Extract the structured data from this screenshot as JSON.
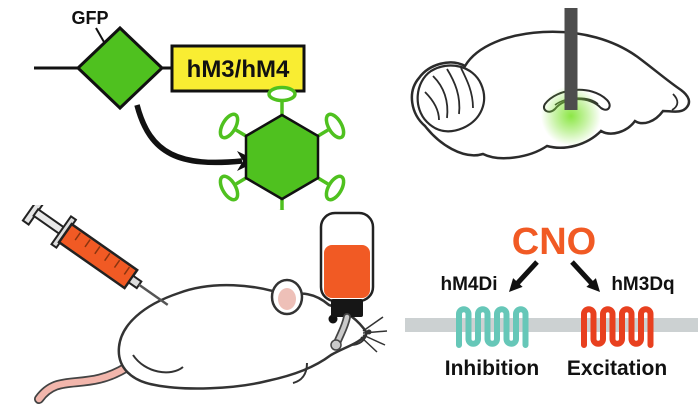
{
  "construct": {
    "gfp_label": "GFP",
    "cassette_label": "hM3/hM4"
  },
  "pathway": {
    "ligand": "CNO",
    "inhibitory_receptor": "hM4Di",
    "excitatory_receptor": "hM3Dq",
    "inhibition_label": "Inhibition",
    "excitation_label": "Excitation"
  },
  "colors": {
    "green": "#4fc11f",
    "yellow": "#f9ed32",
    "orange": "#f15a24",
    "teal": "#66c7b8",
    "red": "#e8401f",
    "membrane_gray": "#ccd1d2",
    "needle_gray": "#4d4d4d",
    "tail_pink": "#f2b6ac",
    "ear_pink": "#eec0b8"
  }
}
